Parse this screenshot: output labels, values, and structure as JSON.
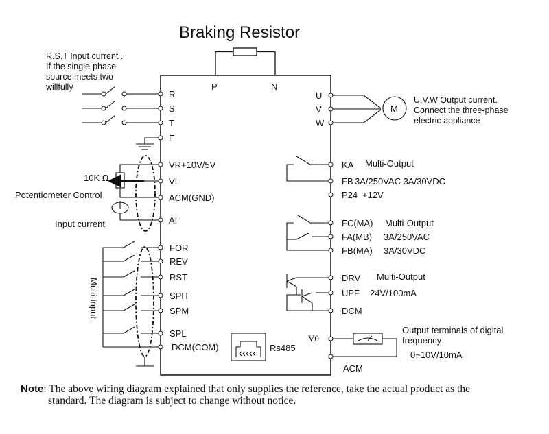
{
  "title": "Braking Resistor",
  "rst_note": [
    "R.S.T Input current .",
    "If the single-phase",
    "source meets two",
    "willfully"
  ],
  "top_terminals": {
    "p": "P",
    "n": "N"
  },
  "input_terminals": [
    "R",
    "S",
    "T",
    "E"
  ],
  "output_terminals": [
    "U",
    "V",
    "W"
  ],
  "motor_label": "M",
  "uvw_note": [
    "U.V.W Output current.",
    "Connect the three-phase",
    "electric appliance"
  ],
  "analog_terminals": [
    "VR+10V/5V",
    "VI",
    "ACM(GND)",
    "AI"
  ],
  "resistor_label": "10K Ω",
  "pot_control_label": "Potentiometer Control",
  "input_current_label": "Input current",
  "digital_terminals": [
    "FOR",
    "REV",
    "RST",
    "SPH",
    "SPM",
    "SPL",
    "DCM(COM)"
  ],
  "multi_input_label": "Multi-input",
  "rs485_label": "Rs485",
  "relay_ka": {
    "terminal": "KA",
    "desc": "Multi-Output"
  },
  "relay_fb": {
    "terminal": "FB",
    "desc": "3A/250VAC 3A/30VDC"
  },
  "p24": {
    "terminal": "P24",
    "desc": "+12V"
  },
  "relay_fc": {
    "terminal": "FC(MA)",
    "desc": "Multi-Output"
  },
  "relay_fa": {
    "terminal": "FA(MB)",
    "desc": "3A/250VAC"
  },
  "relay_fb2": {
    "terminal": "FB(MA)",
    "desc": "3A/30VDC"
  },
  "drv": {
    "terminal": "DRV",
    "desc": "Multi-Output"
  },
  "upf": {
    "terminal": "UPF",
    "desc": "24V/100mA"
  },
  "dcm_right": "DCM",
  "v0": "V0",
  "freq_note": [
    "Output terminals of digital",
    "frequency",
    "0~10V/10mA"
  ],
  "acm": "ACM",
  "note": {
    "label": "Note",
    "line1": ": The above wiring diagram explained that only supplies the reference, take the actual product  as the",
    "line2": "standard. The diagram is subject to change without notice."
  }
}
